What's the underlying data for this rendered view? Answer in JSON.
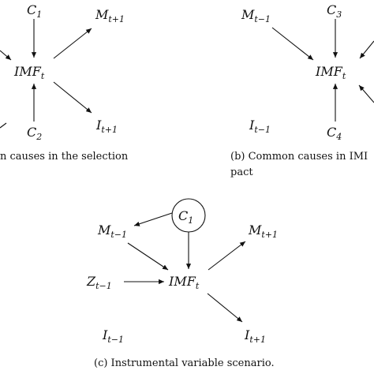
{
  "panels": {
    "a": {
      "caption_line1": "n  causes  in  the  selection",
      "nodes": {
        "c1": {
          "main": "C",
          "sub": "1"
        },
        "m_next": {
          "main": "M",
          "sub": "t+1"
        },
        "imf": {
          "main": "IMF",
          "sub": "t"
        },
        "i_next": {
          "main": "I",
          "sub": "t+1"
        },
        "c2": {
          "main": "C",
          "sub": "2"
        }
      }
    },
    "b": {
      "caption_line1": "(b) Common causes in IMI",
      "caption_line2": "pact",
      "nodes": {
        "m_prev": {
          "main": "M",
          "sub": "t−1"
        },
        "c3": {
          "main": "C",
          "sub": "3"
        },
        "imf": {
          "main": "IMF",
          "sub": "t"
        },
        "i_prev": {
          "main": "I",
          "sub": "t−1"
        },
        "c4": {
          "main": "C",
          "sub": "4"
        }
      }
    },
    "c": {
      "caption": "(c) Instrumental variable scenario.",
      "nodes": {
        "c1": {
          "main": "C",
          "sub": "1"
        },
        "m_prev": {
          "main": "M",
          "sub": "t−1"
        },
        "m_next": {
          "main": "M",
          "sub": "t+1"
        },
        "z_prev": {
          "main": "Z",
          "sub": "t−1"
        },
        "imf": {
          "main": "IMF",
          "sub": "t"
        },
        "i_prev": {
          "main": "I",
          "sub": "t−1"
        },
        "i_next": {
          "main": "I",
          "sub": "t+1"
        }
      }
    }
  }
}
